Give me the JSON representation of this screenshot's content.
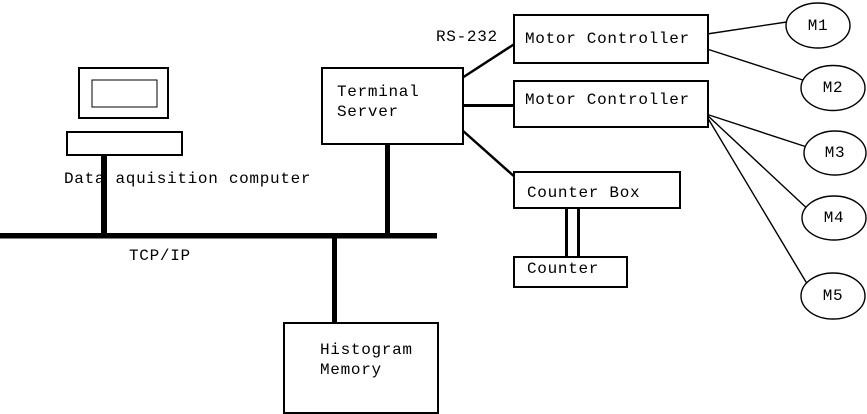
{
  "diagram": {
    "computer": {
      "icon": "desktop-computer-icon",
      "label": "Data aquisition computer"
    },
    "bus": {
      "label": "TCP/IP"
    },
    "serial": {
      "label": "RS-232"
    },
    "terminal_server": {
      "label": "Terminal\nServer"
    },
    "motor_controller_1": {
      "label": "Motor Controller"
    },
    "motor_controller_2": {
      "label": "Motor Controller"
    },
    "counter_box": {
      "label": "Counter Box"
    },
    "counter": {
      "label": "Counter"
    },
    "histogram_memory": {
      "label": "Histogram\nMemory"
    },
    "motors": [
      {
        "label": "M1"
      },
      {
        "label": "M2"
      },
      {
        "label": "M3"
      },
      {
        "label": "M4"
      },
      {
        "label": "M5"
      }
    ]
  },
  "colors": {
    "stroke": "#000000",
    "background": "#ffffff"
  }
}
